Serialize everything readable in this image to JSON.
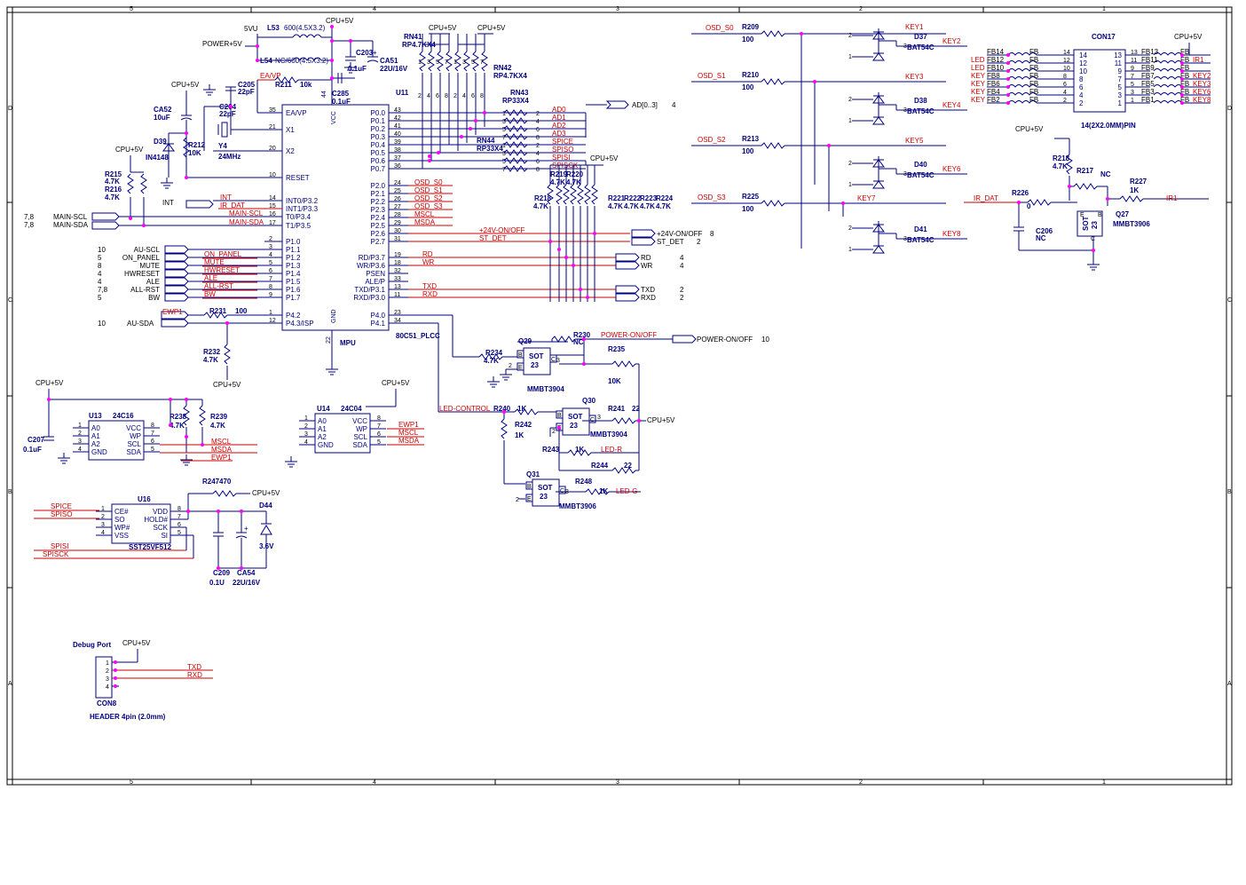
{
  "frame": {
    "top_numbers": [
      "5",
      "4",
      "3",
      "2",
      "1"
    ],
    "bottom_numbers": [
      "5",
      "4",
      "3",
      "2",
      "1"
    ],
    "left_letters": [
      "D",
      "C",
      "B",
      "A"
    ],
    "right_letters": [
      "D",
      "C",
      "B",
      "A"
    ]
  },
  "power": {
    "cpu5v": "CPU+5V",
    "v5": "5VU",
    "power5v": "POWER+5V"
  },
  "mpu": {
    "ref": "U11",
    "part": "80C51_PLCC",
    "name": "MPU",
    "vcc_pin": "44",
    "gnd_pin": "22",
    "left_pins": [
      {
        "n": "35",
        "label": "EA/VP"
      },
      {
        "n": "21",
        "label": "X1"
      },
      {
        "n": "20",
        "label": "X2"
      },
      {
        "n": "10",
        "label": "RESET"
      },
      {
        "n": "14",
        "label": "INT0/P3.2"
      },
      {
        "n": "15",
        "label": "INT1/P3.3"
      },
      {
        "n": "16",
        "label": "T0/P3.4"
      },
      {
        "n": "17",
        "label": "T1/P3.5"
      },
      {
        "n": "2",
        "label": "P1.0"
      },
      {
        "n": "3",
        "label": "P1.1"
      },
      {
        "n": "4",
        "label": "P1.2"
      },
      {
        "n": "5",
        "label": "P1.3"
      },
      {
        "n": "6",
        "label": "P1.4"
      },
      {
        "n": "7",
        "label": "P1.5"
      },
      {
        "n": "8",
        "label": "P1.6"
      },
      {
        "n": "9",
        "label": "P1.7"
      },
      {
        "n": "1",
        "label": "P4.2"
      },
      {
        "n": "12",
        "label": "P4.3/ISP"
      }
    ],
    "right_pins": [
      {
        "n": "43",
        "label": "P0.0"
      },
      {
        "n": "42",
        "label": "P0.1"
      },
      {
        "n": "41",
        "label": "P0.2"
      },
      {
        "n": "40",
        "label": "P0.3"
      },
      {
        "n": "39",
        "label": "P0.4"
      },
      {
        "n": "38",
        "label": "P0.5"
      },
      {
        "n": "37",
        "label": "P0.6"
      },
      {
        "n": "36",
        "label": "P0.7"
      },
      {
        "n": "24",
        "label": "P2.0"
      },
      {
        "n": "25",
        "label": "P2.1"
      },
      {
        "n": "26",
        "label": "P2.2"
      },
      {
        "n": "27",
        "label": "P2.3"
      },
      {
        "n": "28",
        "label": "P2.4"
      },
      {
        "n": "29",
        "label": "P2.5"
      },
      {
        "n": "30",
        "label": "P2.6"
      },
      {
        "n": "31",
        "label": "P2.7"
      },
      {
        "n": "19",
        "label": "RD/P3.7"
      },
      {
        "n": "18",
        "label": "WR/P3.6"
      },
      {
        "n": "32",
        "label": "PSEN"
      },
      {
        "n": "33",
        "label": "ALE/P"
      },
      {
        "n": "13",
        "label": "TXD/P3.1"
      },
      {
        "n": "11",
        "label": "RXD/P3.0"
      },
      {
        "n": "23",
        "label": "P4.0"
      },
      {
        "n": "34",
        "label": "P4.1"
      }
    ],
    "vcc": "VCC",
    "gnd": "GND"
  },
  "mpu_left_nets": [
    {
      "num": "10",
      "net": "AU-SCL"
    },
    {
      "num": "5",
      "net": "ON_PANEL"
    },
    {
      "num": "8",
      "net": "MUTE"
    },
    {
      "num": "4",
      "net": "HWRESET"
    },
    {
      "num": "4",
      "net": "ALE"
    },
    {
      "num": "7,8",
      "net": "ALL-RST"
    },
    {
      "num": "5",
      "net": "BW"
    }
  ],
  "mpu_left_red": [
    "ON_PANEL",
    "MUTE",
    "HWRESET",
    "ALE",
    "ALL-RST",
    "BW"
  ],
  "mpu_right_red": {
    "p0": [
      "AD0",
      "AD1",
      "AD2",
      "AD3",
      "SPICE",
      "SPISO",
      "SPISI",
      "SPISCK"
    ],
    "p2": [
      "OSD_S0",
      "OSD_S1",
      "OSD_S2",
      "OSD_S3",
      "MSCL",
      "MSDA",
      "+24V-ON/OFF",
      "ST_DET"
    ],
    "p3": [
      "RD",
      "WR",
      "TXD",
      "RXD"
    ]
  },
  "mpu_right_out": [
    {
      "net": "+24V-ON/OFF",
      "num": "8"
    },
    {
      "net": "ST_DET",
      "num": "2"
    },
    {
      "net": "RD",
      "num": "4"
    },
    {
      "net": "WR",
      "num": "4"
    },
    {
      "net": "TXD",
      "num": "2"
    },
    {
      "net": "RXD",
      "num": "2"
    }
  ],
  "ad_bus": {
    "label": "AD[0..3]",
    "num": "4"
  },
  "int_nets": {
    "int": "INT",
    "irdat": "IR_DAT",
    "mainscl": "MAIN-SCL",
    "mainsda": "MAIN-SDA",
    "int_left": "INT"
  },
  "main_bus": [
    {
      "num": "7,8",
      "net": "MAIN-SCL"
    },
    {
      "num": "7,8",
      "net": "MAIN-SDA"
    }
  ],
  "ewp1": {
    "net": "EWP1",
    "ref": "R231",
    "val": "100"
  },
  "au_sda": {
    "num": "10",
    "net": "AU-SDA"
  },
  "r232": {
    "ref": "R232",
    "val": "4.7K"
  },
  "top_parts": {
    "l53": {
      "ref": "L53",
      "val": "600(4.5X3.2)"
    },
    "l54": {
      "ref": "L54",
      "val": "NC/600(4.5X3.2)"
    },
    "c203": {
      "ref": "C203",
      "pol": "+",
      "val": "0.1uF"
    },
    "ca51": {
      "ref": "CA51",
      "val": "22U/16V"
    },
    "c285": {
      "ref": "C285",
      "val": "0.1uF"
    },
    "r211": {
      "ref": "R211",
      "val": "10k"
    },
    "c205": {
      "ref": "C205",
      "val": "22pF"
    },
    "c204": {
      "ref": "C204",
      "val": "22pF"
    },
    "y4": {
      "ref": "Y4",
      "val": "24MHz"
    },
    "ca52": {
      "ref": "CA52",
      "val": "10uF"
    },
    "d39": {
      "ref": "D39",
      "val": "IN4148"
    },
    "r212": {
      "ref": "R212",
      "val": "10K"
    },
    "r215": {
      "ref": "R215",
      "val": "4.7K"
    },
    "r216": {
      "ref": "R216",
      "val": "4.7K"
    },
    "eavp": "EA/VP"
  },
  "rpacks": {
    "rn41": {
      "ref": "RN41",
      "val": "RP4.7KX4"
    },
    "rn42": {
      "ref": "RN42",
      "val": "RP4.7KX4"
    },
    "rn43": {
      "ref": "RN43",
      "val": "RP33X4"
    },
    "rn44": {
      "ref": "RN44",
      "val": "RP33X4"
    },
    "pins_top": [
      "1",
      "3",
      "5",
      "7"
    ],
    "pins_bot": [
      "2",
      "4",
      "6",
      "8"
    ]
  },
  "pullups": {
    "refs": [
      "R218",
      "R219",
      "R220",
      "R221",
      "R222",
      "R223",
      "R224"
    ],
    "vals": [
      "4.7K",
      "4.7K",
      "4.7K",
      "4.7K",
      "4.7K",
      "4.7K",
      "4.7K"
    ]
  },
  "u13": {
    "ref": "U13",
    "part": "24C16",
    "pins_l": [
      "A0",
      "A1",
      "A2",
      "GND"
    ],
    "pins_r": [
      "VCC",
      "WP",
      "SCL",
      "SDA"
    ],
    "nl": [
      "1",
      "2",
      "3",
      "4"
    ],
    "nr": [
      "8",
      "7",
      "6",
      "5"
    ],
    "nets": [
      "MSCL",
      "MSDA",
      "EWP1"
    ],
    "c207": "C207",
    "c207v": "0.1uF",
    "r238": "R238",
    "r238v": "4.7K",
    "r239": "R239",
    "r239v": "4.7K"
  },
  "u14": {
    "ref": "U14",
    "part": "24C04",
    "pins_l": [
      "A0",
      "A1",
      "A2",
      "GND"
    ],
    "pins_r": [
      "VCC",
      "WP",
      "SCL",
      "SDA"
    ],
    "nl": [
      "1",
      "2",
      "3",
      "4"
    ],
    "nr": [
      "8",
      "7",
      "6",
      "5"
    ],
    "nets": [
      "EWP1",
      "MSCL",
      "MSDA"
    ]
  },
  "u16": {
    "ref": "U16",
    "part": "SST25VF512",
    "pins_l": [
      "CE#",
      "SO",
      "WP#",
      "VSS"
    ],
    "pins_r": [
      "VDD",
      "HOLD#",
      "SCK",
      "SI"
    ],
    "nl": [
      "1",
      "2",
      "3",
      "4"
    ],
    "nr": [
      "8",
      "7",
      "6",
      "5"
    ],
    "nets_l": [
      "SPICE",
      "SPISO",
      "SPISI",
      "SPISCK"
    ],
    "r247": "R247",
    "r247v": "470",
    "d44": "D44",
    "d44v": "3.6V",
    "c209": "C209",
    "c209v": "0.1U",
    "ca54": "CA54",
    "ca54v": "22U/16V"
  },
  "debug": {
    "title": "Debug Port",
    "ref": "CON8",
    "desc": "HEADER 4pin (2.0mm)",
    "pins": [
      "1",
      "2",
      "3",
      "4"
    ],
    "nets": [
      "TXD",
      "RXD"
    ]
  },
  "transistors": {
    "q29": {
      "ref": "Q29",
      "part": "MMBT3904"
    },
    "q30": {
      "ref": "Q30",
      "part": "MMBT3904"
    },
    "q31": {
      "ref": "Q31",
      "part": "MMBT3906"
    },
    "q27": {
      "ref": "Q27",
      "part": "MMBT3906"
    },
    "sot": "SOT",
    "sot_num": "23",
    "pb": "B",
    "pe": "E",
    "pc": "C"
  },
  "q_nets": {
    "power": "POWER-ON/OFF",
    "power_num": "10",
    "led_ctrl": "LED-CONTROL",
    "led_r": "LED-R",
    "led_g": "LED-G",
    "irdat": "IR_DAT",
    "ir1": "IR1"
  },
  "q_res": {
    "r230": "R230",
    "r230v": "NC",
    "r234": "R234",
    "r234v": "4.7K",
    "r235": "R235",
    "r235v": "10K",
    "r240": "R240",
    "r240v": "1K",
    "r241": "R241",
    "r241v": "22",
    "r242": "R242",
    "r242v": "1K",
    "r243": "R243",
    "r243v": "1K",
    "r244": "R244",
    "r244v": "22",
    "r248": "R248",
    "r248v": "1K",
    "r226": "R226",
    "r226v": "0",
    "r217": "R217",
    "r217v": "NC",
    "r218b": "R218",
    "r218bv": "4.7K",
    "r227": "R227",
    "r227v": "1K",
    "c206": "C206",
    "c206v": "NC"
  },
  "osd": {
    "sigs": [
      "OSD_S0",
      "OSD_S1",
      "OSD_S2",
      "OSD_S3"
    ],
    "res": [
      {
        "ref": "R209",
        "val": "100"
      },
      {
        "ref": "R210",
        "val": "100"
      },
      {
        "ref": "R213",
        "val": "100"
      },
      {
        "ref": "R225",
        "val": "100"
      }
    ],
    "keys": [
      "KEY1",
      "KEY3",
      "KEY5",
      "KEY7"
    ],
    "diodes": [
      {
        "ref": "D37",
        "part": "BAT54C",
        "key": "KEY2"
      },
      {
        "ref": "D38",
        "part": "BAT54C",
        "key": "KEY4"
      },
      {
        "ref": "D40",
        "part": "BAT54C",
        "key": "KEY6"
      },
      {
        "ref": "D41",
        "part": "BAT54C",
        "key": "KEY8"
      }
    ]
  },
  "con17": {
    "ref": "CON17",
    "desc": "14(2X2.0MM)PIN",
    "left_pin": [
      "14",
      "12",
      "10",
      "8",
      "6",
      "4",
      "2"
    ],
    "right_pin": [
      "13",
      "11",
      "9",
      "7",
      "5",
      "3",
      "1"
    ],
    "left_ext": [
      "14",
      "12",
      "10",
      "8",
      "6",
      "4",
      "2"
    ],
    "right_ext": [
      "13",
      "11",
      "9",
      "7",
      "5",
      "3",
      "1"
    ],
    "left_fb": [
      "FB14",
      "FB12",
      "FB10",
      "FB8",
      "FB6",
      "FB4",
      "FB2"
    ],
    "right_fb": [
      "FB13",
      "FB11",
      "FB9",
      "FB7",
      "FB5",
      "FB3",
      "FB1"
    ],
    "left_net": [
      "",
      "LED",
      "LED",
      "KEY",
      "KEY",
      "KEY",
      "KEY"
    ],
    "right_net": [
      "",
      "IR1",
      "",
      "KEY2",
      "KEY3",
      "KEY6",
      "KEY8"
    ],
    "fb": "FB"
  }
}
